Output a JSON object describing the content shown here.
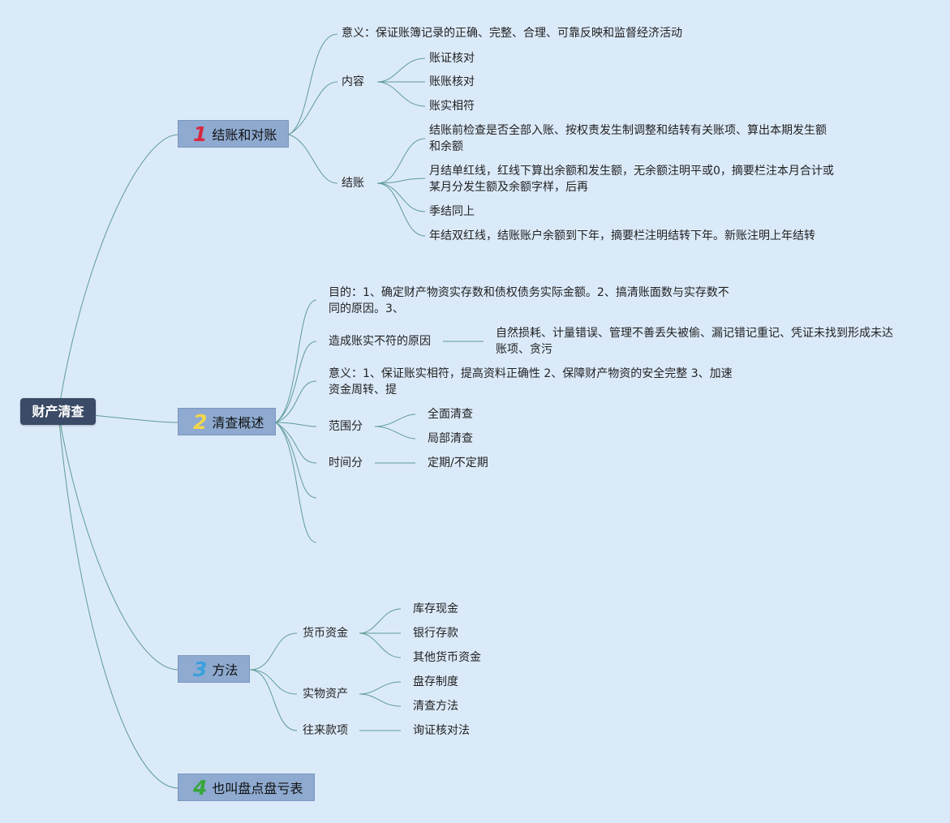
{
  "root": {
    "label": "财产清查"
  },
  "branches": [
    {
      "number": "1",
      "number_color": "#d8283f",
      "label": "结账和对账"
    },
    {
      "number": "2",
      "number_color": "#f3d64a",
      "label": "清查概述"
    },
    {
      "number": "3",
      "number_color": "#3aa0dd",
      "label": "方法"
    },
    {
      "number": "4",
      "number_color": "#38a63a",
      "label": "也叫盘点盘亏表"
    }
  ],
  "b1": {
    "meaning": "意义：保证账簿记录的正确、完整、合理、可靠反映和监督经济活动",
    "content_label": "内容",
    "content_items": [
      "账证核对",
      "账账核对",
      "账实相符"
    ],
    "closing_label": "结账",
    "closing_items": [
      "结账前检查是否全部入账、按权责发生制调整和结转有关账项、算出本期发生额和余额",
      "月结单红线，红线下算出余额和发生额，无余额注明平或0，摘要栏注本月合计或某月分发生额及余额字样，后再",
      "季结同上",
      "年结双红线，结账账户余额到下年，摘要栏注明结转下年。新账注明上年结转"
    ]
  },
  "b2": {
    "purpose": "目的：1、确定财产物资实存数和债权债务实际金额。2、搞清账面数与实存数不同的原因。3、",
    "cause_label": "造成账实不符的原因",
    "cause_text": "自然损耗、计量错误、管理不善丢失被偷、漏记错记重记、凭证未找到形成未达账项、贪污",
    "meaning": "意义：1、保证账实相符，提高资料正确性 2、保障财产物资的安全完整 3、加速资金周转、提",
    "scope_label": "范围分",
    "scope_items": [
      "全面清查",
      "局部清查"
    ],
    "time_label": "时间分",
    "time_item": "定期/不定期"
  },
  "b3": {
    "money_label": "货币资金",
    "money_items": [
      "库存现金",
      "银行存款",
      "其他货币资金"
    ],
    "physical_label": "实物资产",
    "physical_items": [
      "盘存制度",
      "清查方法"
    ],
    "account_label": "往来款项",
    "account_item": "询证核对法"
  }
}
